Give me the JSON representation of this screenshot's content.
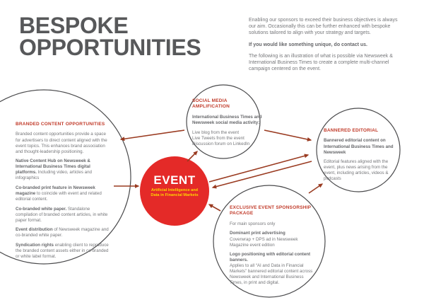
{
  "title": {
    "line1": "BESPOKE",
    "line2": "OPPORTUNITIES"
  },
  "intro": {
    "p1": "Enabling our sponsors to exceed their business objectives is always our aim. Occasionally this can be further enhanced with bespoke solutions tailored to align with your strategy and targets.",
    "p2": "If you would like something unique, do contact us.",
    "p3": "The following is an illustration of what is possible via Newsweek & International Business Times to create a complete multi-channel campaign centered on the event."
  },
  "event": {
    "title": "EVENT",
    "subtitle": "Artificial Intelligence and Data in Financial Markets"
  },
  "branded": {
    "heading": "BRANDED CONTENT OPPORTUNITIES",
    "intro": "Branded content opportunities provide a space for advertisers to direct content aligned with the event topics. This enhances brand association and thought-leadership positioning.",
    "items": [
      {
        "b": "Native Content Hub on Newsweek & International Business Times digital platforms.",
        "t": " Including video, articles and infographics"
      },
      {
        "b": "Co-branded print feature in Newsweek magazine",
        "t": " to coincide with event and related editorial content."
      },
      {
        "b": "Co-branded white paper.",
        "t": " Standalone compilation of branded content articles, in white paper format."
      },
      {
        "b": "Event distribution",
        "t": " of Newsweek magazine and co-branded white paper."
      },
      {
        "b": "Syndication rights",
        "t": " enabling client to reproduce the branded content assets either in co-branded or white label format."
      }
    ]
  },
  "social": {
    "heading": "SOCIAL MEDIA AMPLIFICATION",
    "lead": "International Business Times and Newsweek social media activity:",
    "lines": [
      "Live blog from the event",
      "Live Tweets from the event",
      "Discussion forum on LinkedIn"
    ]
  },
  "bannered": {
    "heading": "BANNERED EDITORIAL",
    "lead": "Bannered editorial content on International Business Times and Newsweek",
    "body": "Editorial features aligned with the event, plus news arising from the event, including articles, videos & podcasts"
  },
  "exclusive": {
    "heading": "EXCLUSIVE EVENT SPONSORSHIP PACKAGE",
    "intro": "For main sponsors only",
    "items": [
      {
        "b": "Dominant print advertising",
        "t": "Coverwrap + DPS ad in Newsweek Magazine event edition"
      },
      {
        "b": "Logo positioning with editorial content banners.",
        "t": "Applies to all “AI and Data in Financial Markets” bannered editorial content across Newsweek and International Business Times, in print and digital."
      }
    ]
  },
  "colors": {
    "accent_red": "#c13b2a",
    "event_red": "#e42a28",
    "event_subtitle_yellow": "#ffd400",
    "arrow_red": "#9a3b21",
    "circle_stroke": "#4b4b4d",
    "title_gray": "#57585a",
    "body_gray": "#76777a"
  }
}
